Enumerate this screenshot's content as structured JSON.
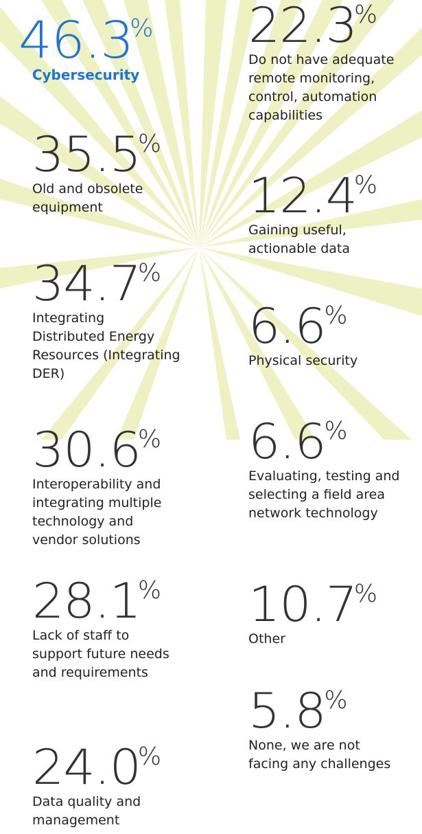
{
  "colors": {
    "highlight": "#1e74d6",
    "text": "#333333",
    "rays": "#eef2c2"
  },
  "percent_sign": "%",
  "stats": [
    {
      "value": "46.3",
      "label": "Cybersecurity",
      "highlight": true
    },
    {
      "value": "35.5",
      "label": "Old and obsolete\nequipment"
    },
    {
      "value": "34.7",
      "label": "Integrating\nDistributed Energy\nResources (Integrating\nDER)"
    },
    {
      "value": "30.6",
      "label": "Interoperability and\nintegrating multiple\ntechnology and\nvendor solutions"
    },
    {
      "value": "28.1",
      "label": "Lack of staff to\nsupport future needs\nand requirements"
    },
    {
      "value": "24.0",
      "label": "Data quality and\nmanagement"
    },
    {
      "value": "22.3",
      "label": "Do not have adequate\nremote monitoring,\ncontrol, automation\ncapabilities"
    },
    {
      "value": "12.4",
      "label": "Gaining useful,\nactionable data"
    },
    {
      "value": "6.6",
      "label": "Physical security"
    },
    {
      "value": "6.6",
      "label": "Evaluating, testing and\nselecting a field area\nnetwork technology"
    },
    {
      "value": "10.7",
      "label": "Other"
    },
    {
      "value": "5.8",
      "label": "None, we are not\nfacing any challenges"
    }
  ]
}
